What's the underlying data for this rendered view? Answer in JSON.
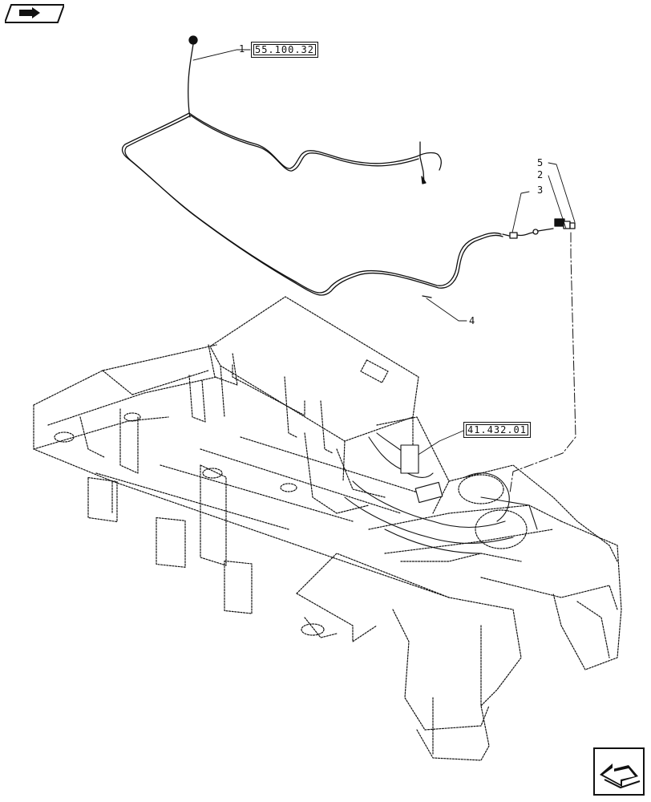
{
  "references": {
    "ref_top": "55.100.32",
    "ref_mid": "41.432.01"
  },
  "items": {
    "n1": "1",
    "n2": "2",
    "n3": "3",
    "n4": "4",
    "n5": "5"
  },
  "icons": {
    "top_left": "book-arrow-icon",
    "bottom_right": "next-page-arrow-icon"
  },
  "colors": {
    "line": "#111111",
    "background": "#ffffff"
  }
}
